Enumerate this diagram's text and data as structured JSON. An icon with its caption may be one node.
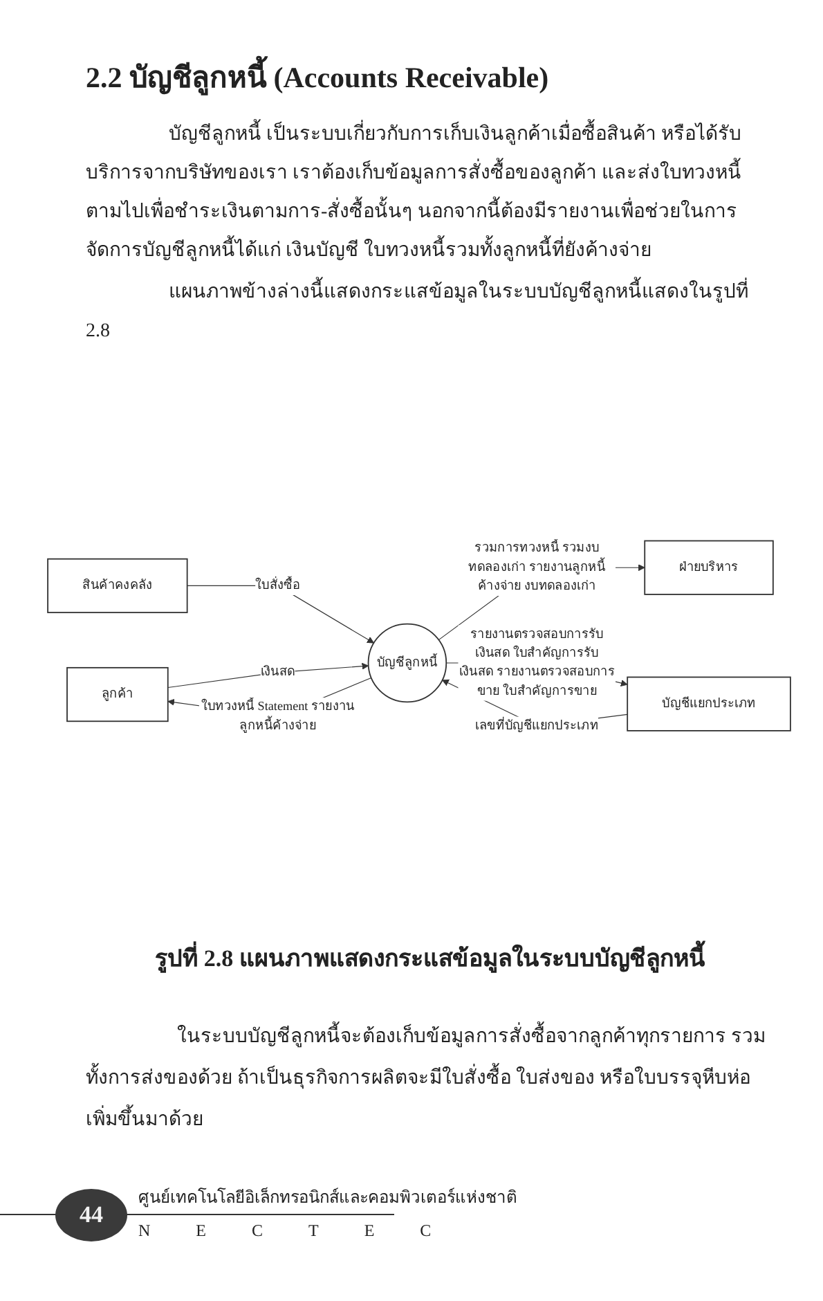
{
  "diagram": {
    "title": "2.2 บัญชีลูกหนี้ (Accounts Receivable)",
    "caption": "รูปที่ 2.8 แผนภาพแสดงกระแสข้อมูลในระบบบัญชีลูกหนี้",
    "nodes": [
      {
        "text": [
          "สินค้าคงคลัง"
        ]
      },
      {
        "text": [
          "ฝ่ายบริหาร"
        ]
      },
      {
        "text": [
          "บัญชีลูกหนี้"
        ]
      },
      {
        "text": [
          "ลูกค้า"
        ]
      },
      {
        "text": [
          "บัญชีแยกประเภท"
        ]
      }
    ],
    "edges": [
      {
        "from": 0,
        "to": 2,
        "arrow": "to",
        "label": "ใบสั่งซื้อ"
      },
      {
        "from": 2,
        "to": 1,
        "arrow": "to",
        "label": "รวมการทวงหนี้ รวมงบทดลองเก่า รายงานลูกหนี้ค้างจ่าย งบทดลองเก่า"
      },
      {
        "from": 3,
        "to": 2,
        "arrow": "to",
        "label": "เงินสด"
      },
      {
        "from": 2,
        "to": 3,
        "arrow": "to",
        "label": "ใบทวงหนี้ Statement รายงานลูกหนี้ค้างจ่าย"
      },
      {
        "from": 4,
        "to": 2,
        "arrow": "to",
        "label": "เลขที่บัญชีแยกประเภท"
      },
      {
        "from": 2,
        "to": 4,
        "arrow": "to",
        "label": "รายงานตรวจสอบการรับเงินสด ใบสำคัญการรับเงินสด รายงานตรวจสอบการขาย ใบสำคัญการขาย"
      }
    ],
    "labels": [
      "บัญชีลูกหนี้ เป็นระบบเกี่ยวกับการเก็บเงินลูกค้าเมื่อซื้อสินค้า หรือได้รับบริการจากบริษัทของเรา เราต้องเก็บข้อมูลการสั่งซื้อของลูกค้า และส่งใบทวงหนี้ตามไปเพื่อชำระเงินตามการ-สั่งซื้อนั้นๆ นอกจากนี้ต้องมีรายงานเพื่อช่วยในการจัดการบัญชีลูกหนี้ได้แก่ เงินบัญชี ใบทวงหนี้รวมทั้งลูกหนี้ที่ยังค้างจ่าย",
      "แผนภาพข้างล่างนี้แสดงกระแสข้อมูลในระบบบัญชีลูกหนี้แสดงในรูปที่ 2.8",
      "ในระบบบัญชีลูกหนี้จะต้องเก็บข้อมูลการสั่งซื้อจากลูกค้าทุกรายการ รวมทั้งการส่งของด้วย ถ้าเป็นธุรกิจการผลิตจะมีใบสั่งซื้อ ใบส่งของ หรือใบบรรจุหีบห่อเพิ่มขึ้นมาด้วย",
      "44",
      "ศูนย์เทคโนโลยีอิเล็กทรอนิกส์และคอมพิวเตอร์แห่งชาติ",
      "NECTEC"
    ]
  }
}
